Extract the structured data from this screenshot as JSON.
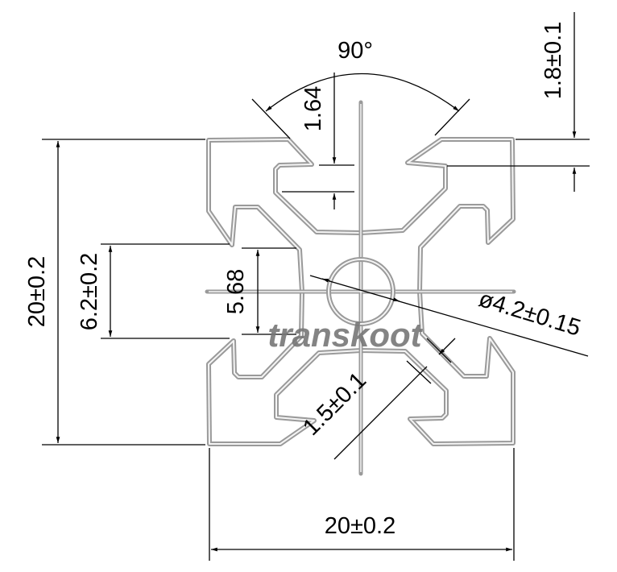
{
  "drawing": {
    "title": "20x20 aluminium extrusion profile cross-section",
    "dimensions": {
      "width": "20±0.2",
      "height": "20±0.2",
      "slot_opening": "6.2±0.2",
      "inner_slot": "5.68",
      "angle": "90°",
      "lip_thickness": "1.8±0.1",
      "slot_depth": "1.64",
      "center_bore": "ø4.2±0.15",
      "wall_thickness": "1.5±0.1"
    },
    "watermark": "transkoot",
    "colors": {
      "profile": "#a0a0a0",
      "dimension": "#000000",
      "watermark": "#777777"
    }
  }
}
